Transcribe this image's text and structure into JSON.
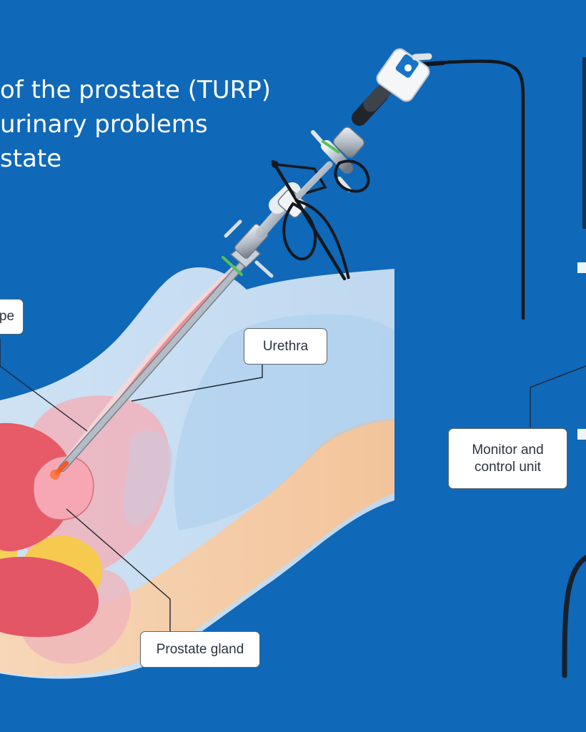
{
  "title": {
    "line1": "of the prostate (TURP)",
    "line2": "urinary problems",
    "line3": "state"
  },
  "labels": {
    "scope": "pe",
    "urethra": "Urethra",
    "prostate": "Prostate gland",
    "monitor": "Monitor and control unit"
  },
  "colors": {
    "background": "#0f68b8",
    "skin": "#f5c9a0",
    "bladder_tissue": "#e85b6c",
    "fat": "#f7d15f",
    "scope_metal": "#b9c2cc"
  }
}
